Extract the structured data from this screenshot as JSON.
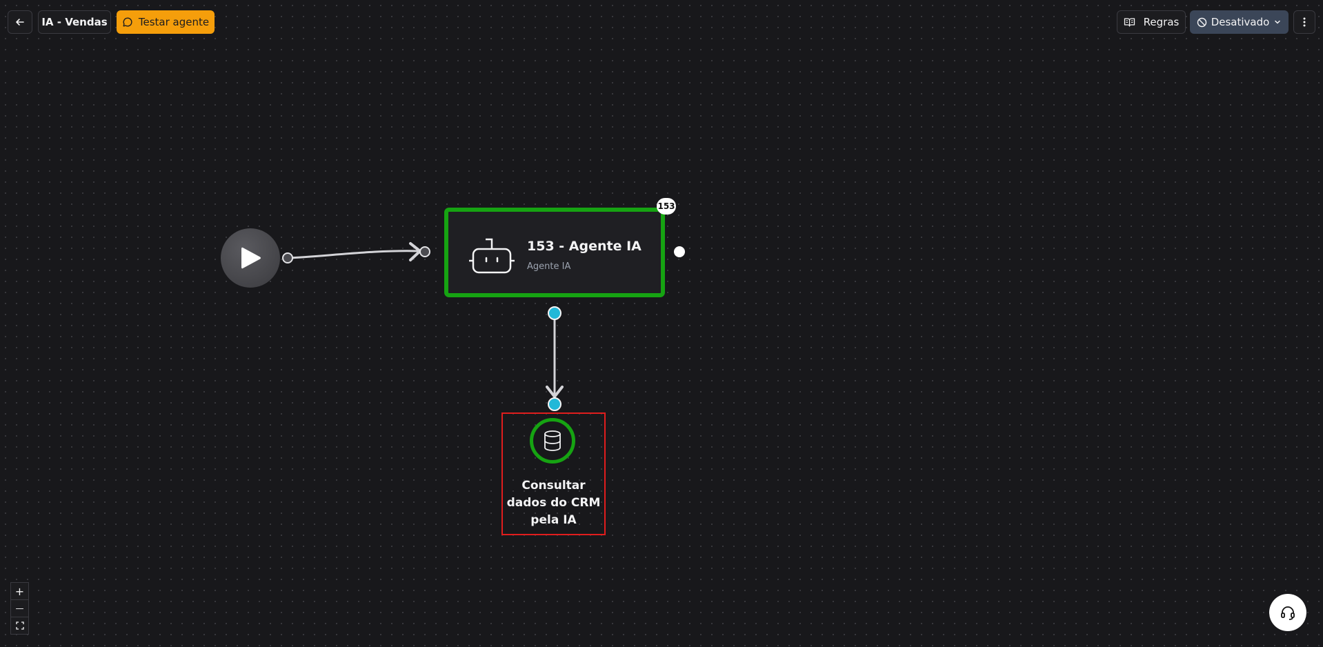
{
  "header": {
    "back_icon": "arrow-left-icon",
    "title": "IA - Vendas",
    "test_button_label": "Testar agente",
    "rules_button_label": "Regras",
    "status_label": "Desativado",
    "colors": {
      "test_button": "#f59e0b",
      "status_button": "#3b4658"
    }
  },
  "flow": {
    "start_node": {
      "icon": "play-icon"
    },
    "agent_node": {
      "badge": "153",
      "title": "153 - Agente IA",
      "subtitle": "Agente IA",
      "icon": "robot-icon",
      "border_color": "#16a312"
    },
    "crm_node": {
      "label": "Consultar dados do CRM pela IA",
      "icon": "database-icon",
      "ring_color": "#16a312",
      "highlight_color": "#e11d1d"
    }
  },
  "zoom_controls": {
    "zoom_in": "+",
    "zoom_out": "—",
    "fit_icon": "fit-view-icon"
  },
  "support": {
    "icon": "headset-icon"
  }
}
